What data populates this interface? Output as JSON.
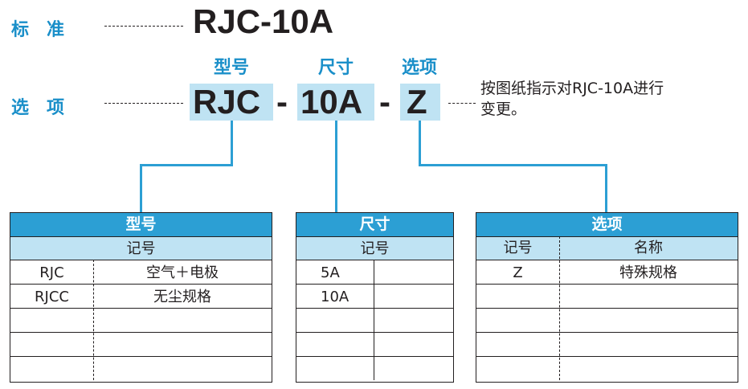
{
  "standard": {
    "label": "标　准",
    "model": "RJC-10A"
  },
  "option_row": {
    "label": "选　项",
    "part1": "RJC",
    "sep1": "-",
    "part2": "10A",
    "sep2": "-",
    "part3": "Z"
  },
  "headers": {
    "model": "型号",
    "size": "尺寸",
    "option": "选项"
  },
  "note": {
    "line1": "按图纸指示对RJC-10A进行",
    "line2": "变更。"
  },
  "tables": {
    "model": {
      "title": "型号",
      "sub": "记号",
      "rows": [
        {
          "code": "RJC",
          "desc": "空气＋电极"
        },
        {
          "code": "RJCC",
          "desc": "无尘规格"
        }
      ]
    },
    "size": {
      "title": "尺寸",
      "sub": "记号",
      "rows": [
        {
          "code": "5A"
        },
        {
          "code": "10A"
        }
      ]
    },
    "option": {
      "title": "选项",
      "col1": "记号",
      "col2": "名称",
      "rows": [
        {
          "code": "Z",
          "desc": "特殊规格"
        }
      ]
    }
  },
  "colors": {
    "accent": "#2c9fd4",
    "light": "#bfe3f3",
    "label": "#1a8fc9"
  }
}
